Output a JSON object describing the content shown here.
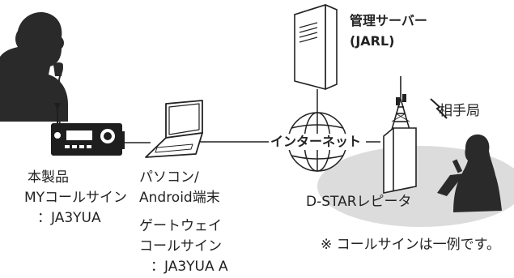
{
  "server": {
    "name": "管理サーバー",
    "org": "(JARL)"
  },
  "internet": {
    "label": "インターネット"
  },
  "repeater": {
    "label": "D-STARレピータ"
  },
  "partner": {
    "label": "相手局"
  },
  "product": {
    "name": "本製品",
    "callsign_label": "MYコールサイン",
    "callsign": "：JA3YUA"
  },
  "pc": {
    "line1": "パソコン/",
    "line2": "Android端末",
    "gateway_label_1": "ゲートウェイ",
    "gateway_label_2": "コールサイン",
    "gateway_callsign": "：JA3YUA A"
  },
  "note": "※ コールサインは一例です。",
  "colors": {
    "line": "#222222",
    "ground": "#dcdcdc",
    "silhouette": "#2a2a2a",
    "device": "#1e1e1e"
  },
  "icons": [
    "operator-silhouette",
    "transceiver-icon",
    "laptop-icon",
    "server-icon",
    "globe-icon",
    "repeater-tower-icon",
    "lightning-icon",
    "partner-silhouette"
  ]
}
